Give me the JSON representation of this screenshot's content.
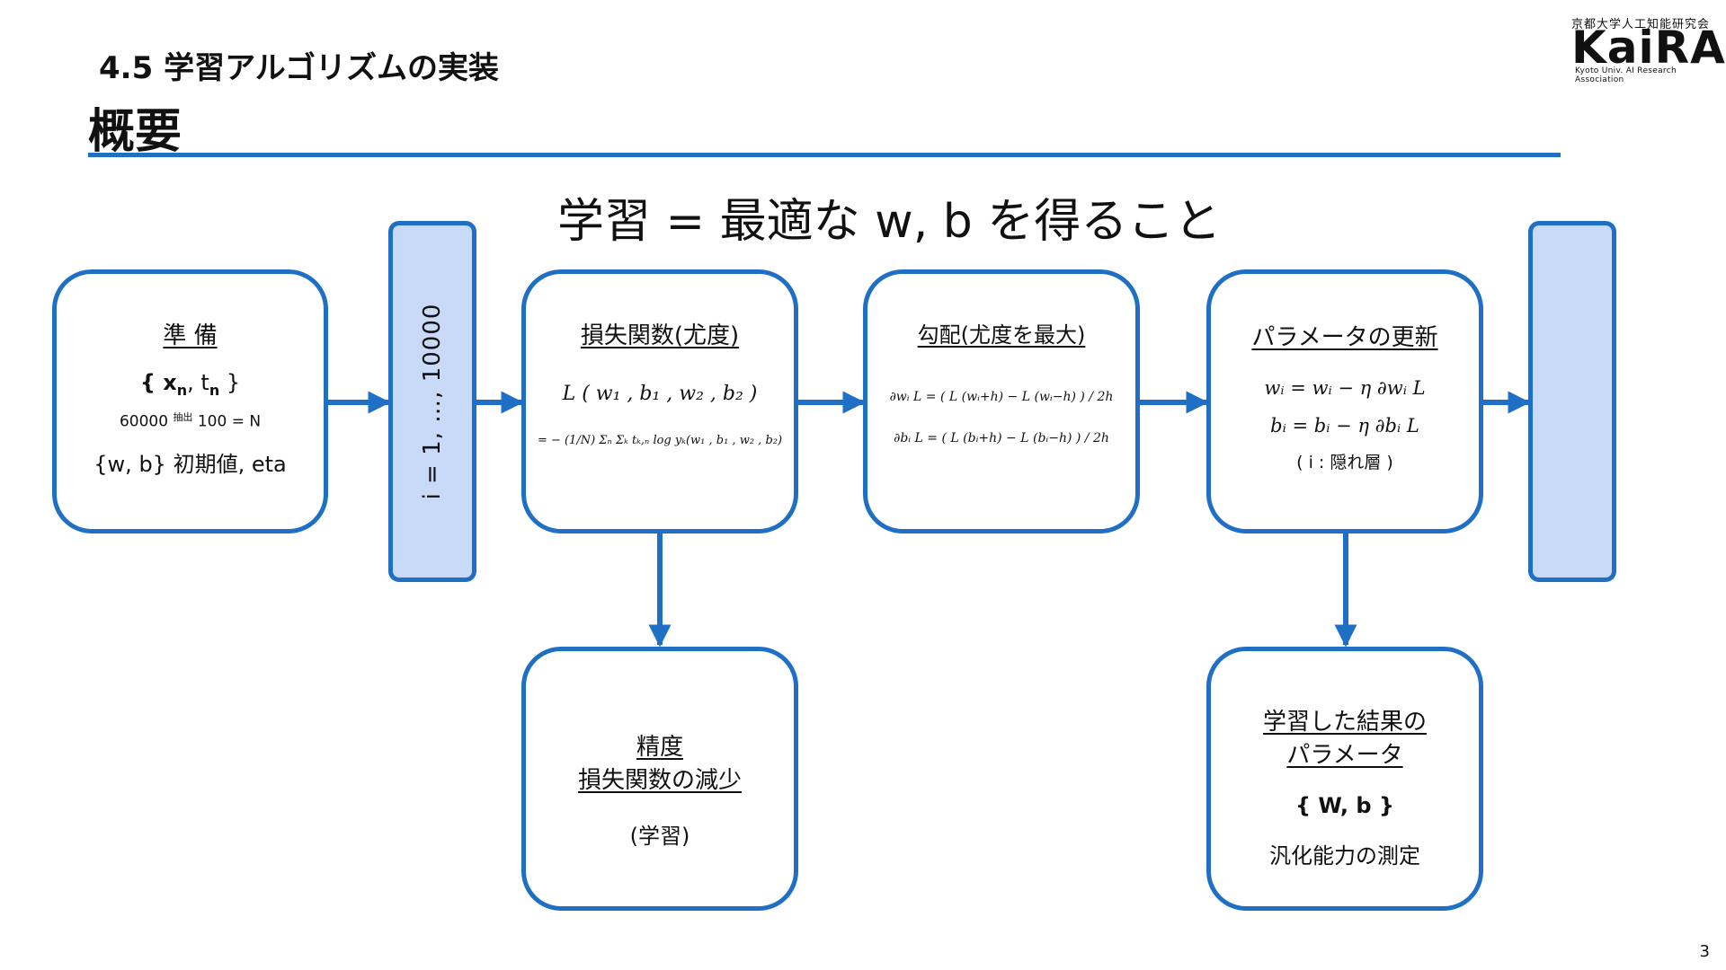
{
  "header": {
    "section": "4.5  学習アルゴリズムの実装",
    "title": "概要",
    "logo": {
      "top": "京都大学人工知能研究会",
      "main": "KaiRA",
      "sub": "Kyoto Univ. AI Research Association"
    }
  },
  "headline": "学習 = 最適な w, b を得ること",
  "loop_label": "i = 1, …, 10000",
  "boxes": {
    "prep": {
      "title": "準 備",
      "data": "{ x",
      "data_sub1": "n",
      "data_mid": ", t",
      "data_sub2": "n",
      "data_end": " }",
      "sampling": "60000",
      "sampling_mid": "抽出",
      "sampling_end": "100 = N",
      "init": "{w, b} 初期値, eta"
    },
    "loss": {
      "title": "損失関数(尤度)",
      "formula": "L ( w₁ , b₁ , w₂ , b₂ )",
      "formula2": "=  − (1/N) Σₙ Σₖ tₖ,ₙ log yₖ(w₁ , b₁ , w₂ , b₂)"
    },
    "grad": {
      "title": "勾配(尤度を最大)",
      "eq_w": "∂wᵢ L  =  ( L (wᵢ+h) − L (wᵢ−h) ) / 2h",
      "eq_b": "∂bᵢ L  =  ( L (bᵢ+h) − L (bᵢ−h) ) / 2h"
    },
    "update": {
      "title": "パラメータの更新",
      "eq_w": "wᵢ  = wᵢ   − η ∂wᵢ L",
      "eq_b": "bᵢ   =  bᵢ   − η ∂bᵢ L",
      "note": "( i : 隠れ層 )"
    },
    "accuracy": {
      "title1": "精度",
      "title2": "損失関数の減少",
      "note": "(学習)"
    },
    "result": {
      "title1": "学習した結果の",
      "title2": "パラメータ",
      "params": "{ W, b }",
      "note": "汎化能力の測定"
    }
  },
  "page_number": "3",
  "colors": {
    "accent": "#1f6fc4",
    "bar_fill": "#c8daf7"
  }
}
